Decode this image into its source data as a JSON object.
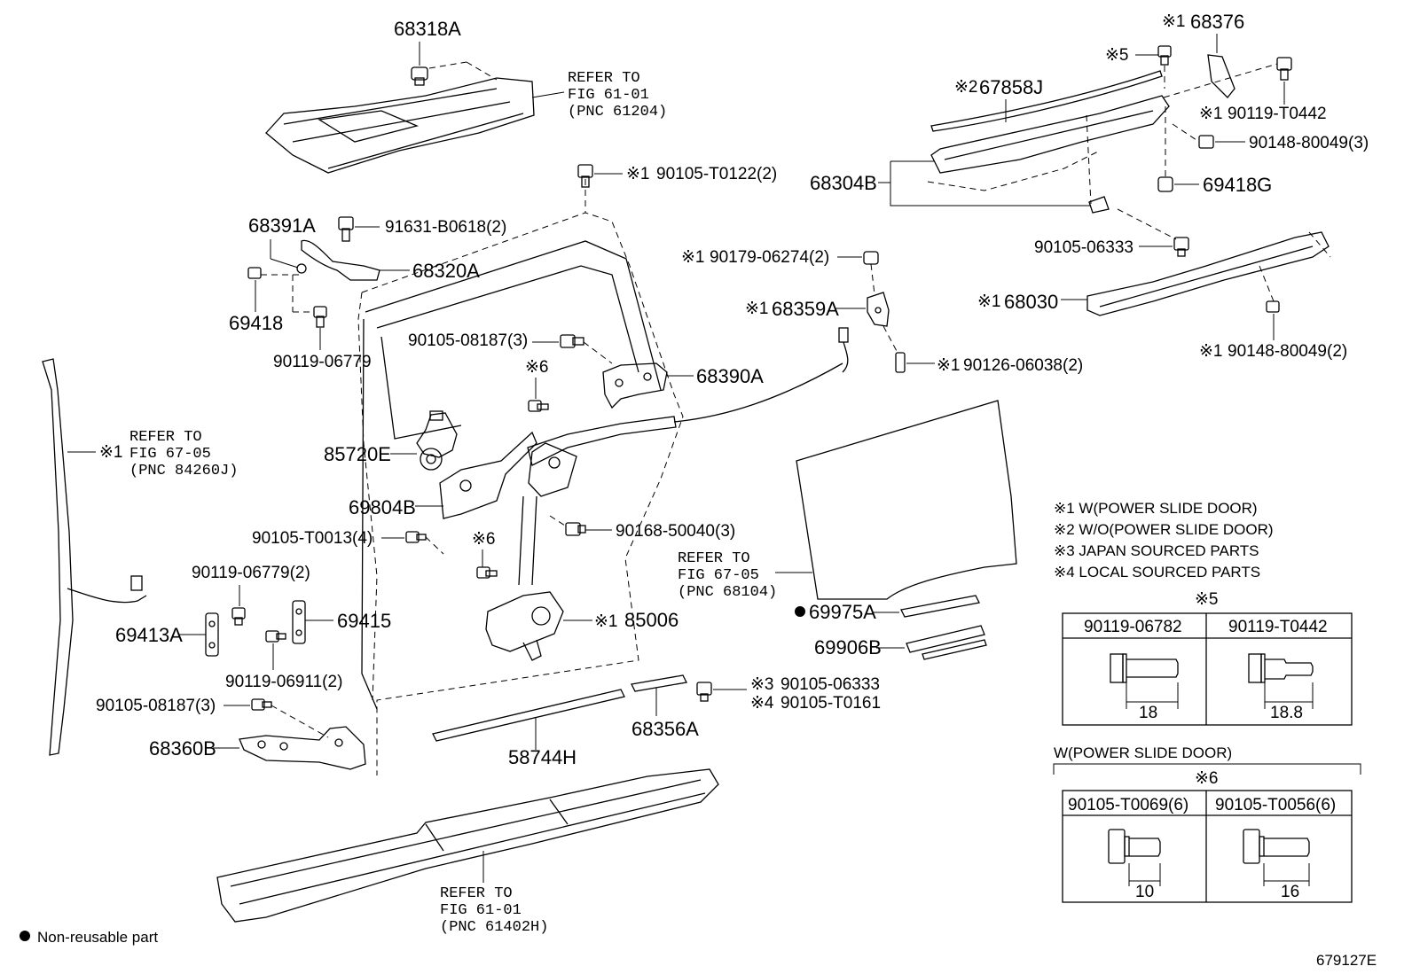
{
  "diagram_id": "679127E",
  "legend_nonreusable": "Non-reusable part",
  "parts": {
    "p68318A": "68318A",
    "ref_top": [
      "REFER TO",
      "FIG 61-01",
      "(PNC 61204)"
    ],
    "p68391A": "68391A",
    "p91631": "91631-B0618(2)",
    "p68320A": "68320A",
    "p69418": "69418",
    "p90119_06779": "90119-06779",
    "p90105_T0122": "90105-T0122(2)",
    "p90105_08187_top": "90105-08187(3)",
    "p68390A": "68390A",
    "p85720E": "85720E",
    "p69804B": "69804B",
    "p90105_T0013": "90105-T0013(4)",
    "p90168_50040": "90168-50040(3)",
    "p90119_06779_2": "90119-06779(2)",
    "p69413A": "69413A",
    "p69415": "69415",
    "p90119_06911": "90119-06911(2)",
    "p90105_08187_bot": "90105-08187(3)",
    "p68360B": "68360B",
    "p85006": "85006",
    "p58744H": "58744H",
    "p68356A": "68356A",
    "p90105_06333_a": "90105-06333",
    "p90105_T0161": "90105-T0161",
    "ref_left": [
      "REFER TO",
      "FIG 67-05",
      "(PNC 84260J)"
    ],
    "ref_bottom": [
      "REFER TO",
      "FIG 61-01",
      "(PNC 61402H)"
    ],
    "ref_glass": [
      "REFER TO",
      "FIG 67-05",
      "(PNC 68104)"
    ],
    "p69975A": "69975A",
    "p69906B": "69906B",
    "p68376": "68376",
    "p67858J": "67858J",
    "p90119_T0442": "90119-T0442",
    "p90148_80049_3": "90148-80049(3)",
    "p68304B": "68304B",
    "p69418G": "69418G",
    "p90105_06333_b": "90105-06333",
    "p90179": "90179-06274(2)",
    "p68359A": "68359A",
    "p68030": "68030",
    "p90126": "90126-06038(2)",
    "p90148_80049_2": "90148-80049(2)"
  },
  "marks": {
    "m1": "※1",
    "m2": "※2",
    "m3": "※3",
    "m4": "※4",
    "m5": "※5",
    "m6": "※6"
  },
  "notes": [
    "※1 W(POWER SLIDE DOOR)",
    "※2 W/O(POWER SLIDE DOOR)",
    "※3 JAPAN SOURCED PARTS",
    "※4 LOCAL SOURCED PARTS"
  ],
  "table5": {
    "mark": "※5",
    "col1": "90119-06782",
    "dim1": "18",
    "col2": "90119-T0442",
    "dim2": "18.8"
  },
  "table6": {
    "caption": "W(POWER SLIDE DOOR)",
    "mark": "※6",
    "col1": "90105-T0069(6)",
    "dim1": "10",
    "col2": "90105-T0056(6)",
    "dim2": "16"
  }
}
